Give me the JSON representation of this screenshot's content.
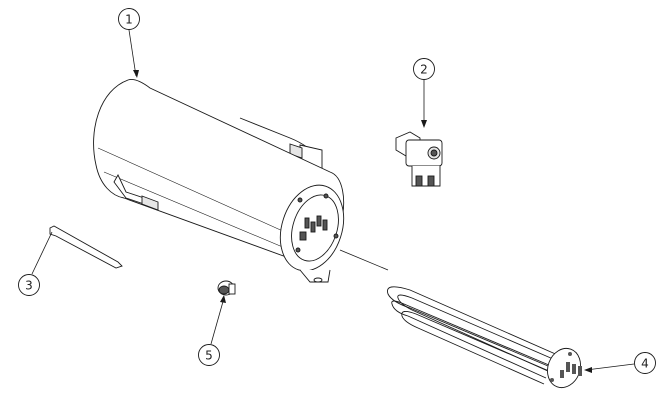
{
  "callouts": [
    {
      "number": "1"
    },
    {
      "number": "2"
    },
    {
      "number": "3"
    },
    {
      "number": "4"
    },
    {
      "number": "5"
    }
  ],
  "colors": {
    "line": "#1a1a1a",
    "fill": "#ffffff",
    "shade": "#e6e6e6",
    "dark": "#555555"
  }
}
